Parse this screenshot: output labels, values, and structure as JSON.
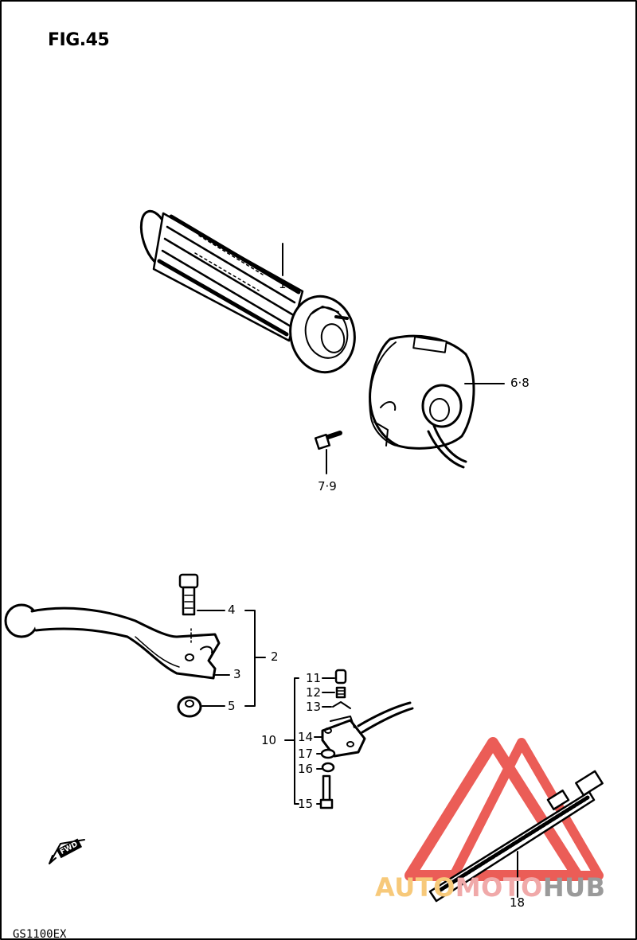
{
  "figure_title": "FIG.45",
  "model_code": "GS1100EX",
  "fwd_label": "FWD",
  "watermark": {
    "part1": "AUTO",
    "part2": "MOTO",
    "part3": "HUB",
    "color_main": "#e8413a",
    "color_auto": "#f7c97a",
    "color_moto": "#f0a9a9",
    "color_hub": "#9a9a9a"
  },
  "callouts": {
    "c1": "1",
    "c68": "6·8",
    "c79": "7·9",
    "c2": "2",
    "c3": "3",
    "c4": "4",
    "c5": "5",
    "c10": "10",
    "c11": "11",
    "c12": "12",
    "c13": "13",
    "c14": "14",
    "c15": "15",
    "c16": "16",
    "c17": "17",
    "c18": "18"
  }
}
